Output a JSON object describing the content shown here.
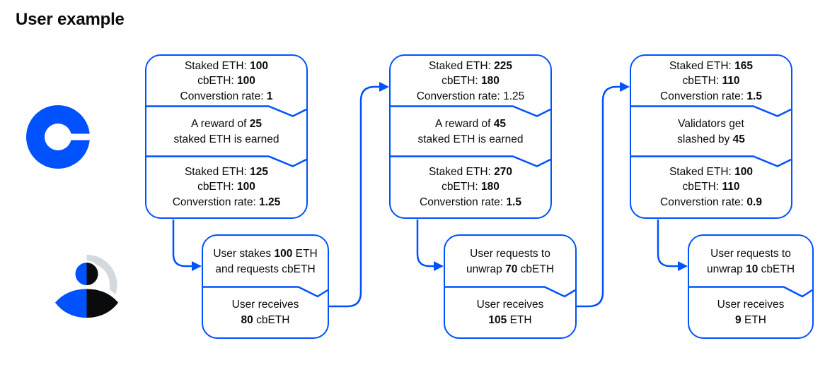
{
  "page": {
    "title": "User example",
    "background": "#ffffff"
  },
  "colors": {
    "accent_blue": "#0052FF",
    "text_dark": "#0A0B0D",
    "avatar_gray": "#D4D9DF",
    "avatar_black": "#0A0B0D",
    "box_background": "#FFFFFF"
  },
  "icons": {
    "coinbase": "coinbase-c-logo",
    "user": "user-avatar-icon",
    "arrowhead": "right-pointing-triangle"
  },
  "flow": {
    "stages": [
      {
        "state_box": {
          "sections": [
            {
              "lines": [
                [
                  {
                    "t": "Staked ETH: "
                  },
                  {
                    "t": "100",
                    "b": true
                  }
                ],
                [
                  {
                    "t": "cbETH: "
                  },
                  {
                    "t": "100",
                    "b": true
                  }
                ],
                [
                  {
                    "t": "Converstion rate: "
                  },
                  {
                    "t": "1",
                    "b": true
                  }
                ]
              ]
            },
            {
              "lines": [
                [
                  {
                    "t": "A reward of "
                  },
                  {
                    "t": "25",
                    "b": true
                  }
                ],
                [
                  {
                    "t": "staked ETH is earned"
                  }
                ]
              ]
            },
            {
              "lines": [
                [
                  {
                    "t": "Staked ETH: "
                  },
                  {
                    "t": "125",
                    "b": true
                  }
                ],
                [
                  {
                    "t": "cbETH: "
                  },
                  {
                    "t": "100",
                    "b": true
                  }
                ],
                [
                  {
                    "t": "Converstion rate: "
                  },
                  {
                    "t": "1.25",
                    "b": true
                  }
                ]
              ]
            }
          ]
        },
        "action_box": {
          "sections": [
            {
              "lines": [
                [
                  {
                    "t": "User stakes "
                  },
                  {
                    "t": "100",
                    "b": true
                  },
                  {
                    "t": " ETH"
                  }
                ],
                [
                  {
                    "t": "and requests cbETH"
                  }
                ]
              ]
            },
            {
              "lines": [
                [
                  {
                    "t": "User receives"
                  }
                ],
                [
                  {
                    "t": "80",
                    "b": true
                  },
                  {
                    "t": " cbETH"
                  }
                ]
              ]
            }
          ]
        }
      },
      {
        "state_box": {
          "sections": [
            {
              "lines": [
                [
                  {
                    "t": "Staked ETH: "
                  },
                  {
                    "t": "225",
                    "b": true
                  }
                ],
                [
                  {
                    "t": "cbETH: "
                  },
                  {
                    "t": "180",
                    "b": true
                  }
                ],
                [
                  {
                    "t": "Converstion rate: 1.25"
                  }
                ]
              ]
            },
            {
              "lines": [
                [
                  {
                    "t": "A reward of "
                  },
                  {
                    "t": "45",
                    "b": true
                  }
                ],
                [
                  {
                    "t": "staked ETH is earned"
                  }
                ]
              ]
            },
            {
              "lines": [
                [
                  {
                    "t": "Staked ETH: "
                  },
                  {
                    "t": "270",
                    "b": true
                  }
                ],
                [
                  {
                    "t": "cbETH: "
                  },
                  {
                    "t": "180",
                    "b": true
                  }
                ],
                [
                  {
                    "t": "Converstion rate: "
                  },
                  {
                    "t": "1.5",
                    "b": true
                  }
                ]
              ]
            }
          ]
        },
        "action_box": {
          "sections": [
            {
              "lines": [
                [
                  {
                    "t": "User requests to"
                  }
                ],
                [
                  {
                    "t": "unwrap "
                  },
                  {
                    "t": "70",
                    "b": true
                  },
                  {
                    "t": " cbETH"
                  }
                ]
              ]
            },
            {
              "lines": [
                [
                  {
                    "t": "User receives"
                  }
                ],
                [
                  {
                    "t": "105",
                    "b": true
                  },
                  {
                    "t": " ETH"
                  }
                ]
              ]
            }
          ]
        }
      },
      {
        "state_box": {
          "sections": [
            {
              "lines": [
                [
                  {
                    "t": "Staked ETH: "
                  },
                  {
                    "t": "165",
                    "b": true
                  }
                ],
                [
                  {
                    "t": "cbETH: "
                  },
                  {
                    "t": "110",
                    "b": true
                  }
                ],
                [
                  {
                    "t": "Converstion rate: "
                  },
                  {
                    "t": "1.5",
                    "b": true
                  }
                ]
              ]
            },
            {
              "lines": [
                [
                  {
                    "t": "Validators get"
                  }
                ],
                [
                  {
                    "t": "slashed by "
                  },
                  {
                    "t": "45",
                    "b": true
                  }
                ]
              ]
            },
            {
              "lines": [
                [
                  {
                    "t": "Staked ETH: "
                  },
                  {
                    "t": "100",
                    "b": true
                  }
                ],
                [
                  {
                    "t": "cbETH: "
                  },
                  {
                    "t": "110",
                    "b": true
                  }
                ],
                [
                  {
                    "t": "Converstion rate: "
                  },
                  {
                    "t": "0.9",
                    "b": true
                  }
                ]
              ]
            }
          ]
        },
        "action_box": {
          "sections": [
            {
              "lines": [
                [
                  {
                    "t": "User requests to"
                  }
                ],
                [
                  {
                    "t": "unwrap "
                  },
                  {
                    "t": "10",
                    "b": true
                  },
                  {
                    "t": " cbETH"
                  }
                ]
              ]
            },
            {
              "lines": [
                [
                  {
                    "t": "User receives"
                  }
                ],
                [
                  {
                    "t": "9",
                    "b": true
                  },
                  {
                    "t": " ETH"
                  }
                ]
              ]
            }
          ]
        }
      }
    ]
  }
}
